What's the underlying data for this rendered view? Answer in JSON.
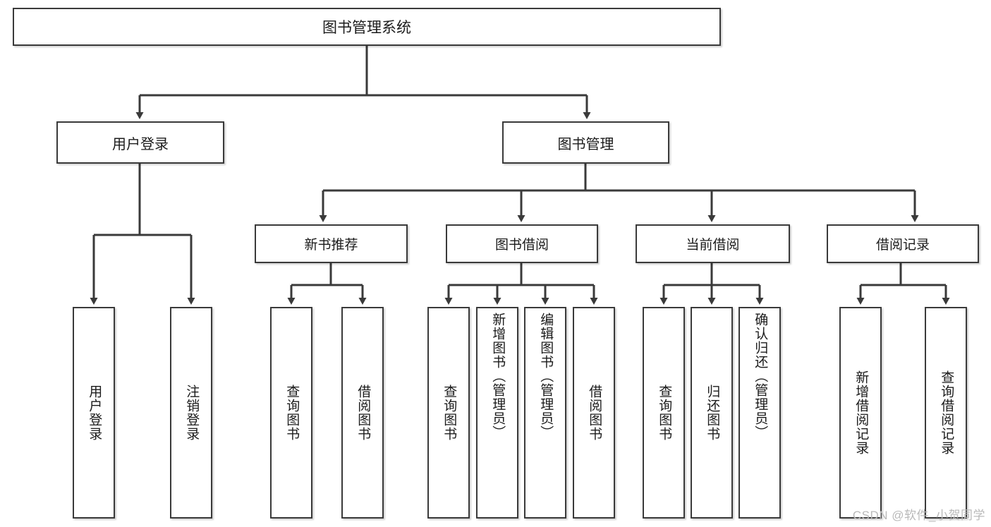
{
  "diagram": {
    "title": "图书管理系统",
    "root": {
      "label": "图书管理系统"
    },
    "level2": [
      {
        "label": "用户登录"
      },
      {
        "label": "图书管理"
      }
    ],
    "level3": [
      {
        "label": "新书推荐"
      },
      {
        "label": "图书借阅"
      },
      {
        "label": "当前借阅"
      },
      {
        "label": "借阅记录"
      }
    ],
    "leaves": {
      "user_login": [
        {
          "label": "用户登录"
        },
        {
          "label": "注销登录"
        }
      ],
      "new_book_recommend": [
        {
          "label": "查询图书"
        },
        {
          "label": "借阅图书"
        }
      ],
      "book_borrow": [
        {
          "label": "查询图书"
        },
        {
          "label": "新增图书（管理员）"
        },
        {
          "label": "编辑图书（管理员）"
        },
        {
          "label": "借阅图书"
        }
      ],
      "current_borrow": [
        {
          "label": "查询图书"
        },
        {
          "label": "归还图书"
        },
        {
          "label": "确认归还（管理员）"
        }
      ],
      "borrow_record": [
        {
          "label": "新增借阅记录"
        },
        {
          "label": "查询借阅记录"
        }
      ]
    }
  },
  "watermark": {
    "text": "CSDN @软件_小贺同学"
  },
  "colors": {
    "stroke": "#3a3a3a",
    "background": "#ffffff",
    "text": "#1b1b1b",
    "watermark": "#b9b9b9"
  }
}
